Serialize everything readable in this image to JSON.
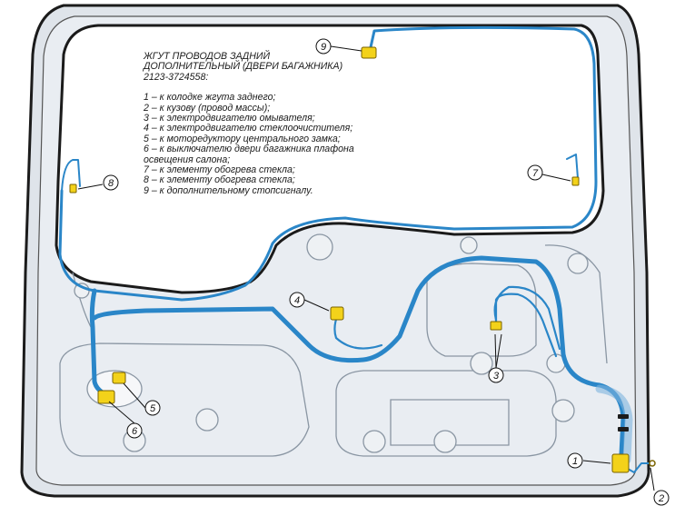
{
  "legend": {
    "title": "ЖГУТ ПРОВОДОВ ЗАДНИЙ ДОПОЛНИТЕЛЬНЫЙ (ДВЕРИ БАГАЖНИКА) 2123-3724558:",
    "items": [
      "1 – к колодке жгута заднего;",
      "2 – к кузову (провод массы);",
      "3 – к электродвигателю омывателя;",
      "4 – к электродвигателю стеклоочистителя;",
      "5 – к моторедуктору центрального замка;",
      "6 – к выключателю двери багажника плафона освещения салона;",
      "7 – к элементу обогрева стекла;",
      "8 – к элементу обогрева стекла;",
      "9 – к дополнительному стопсигналу."
    ]
  },
  "callouts": [
    "1",
    "2",
    "3",
    "4",
    "5",
    "6",
    "7",
    "8",
    "9"
  ],
  "colors": {
    "harness": "#2a86c8",
    "connector": "#f3d21a",
    "panel": "#e9edf2",
    "outline": "#1b1b1b"
  }
}
